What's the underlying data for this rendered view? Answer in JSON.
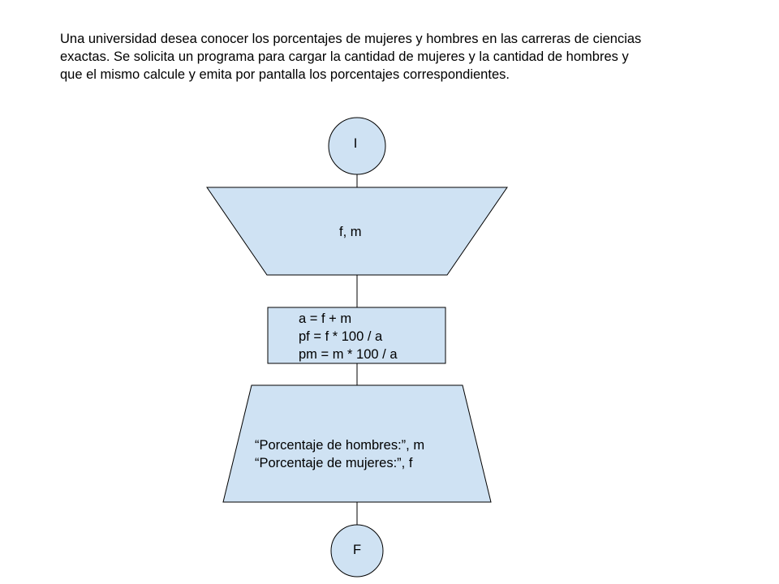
{
  "statement": {
    "lines": [
      "Una universidad desea conocer los porcentajes de mujeres y hombres en las carreras de ciencias",
      "exactas. Se solicita un programa para cargar la cantidad de mujeres y la cantidad de hombres y",
      "que el mismo calcule y emita por pantalla los porcentajes correspondientes."
    ]
  },
  "flowchart": {
    "start": {
      "label": "I"
    },
    "input": {
      "label": "f, m"
    },
    "process": {
      "lines": [
        "a = f + m",
        "pf = f * 100 / a",
        "pm = m * 100 / a"
      ]
    },
    "output": {
      "lines": [
        "“Porcentaje de hombres:”, m",
        "“Porcentaje de mujeres:”, f"
      ]
    },
    "end": {
      "label": "F"
    }
  },
  "colors": {
    "shape_fill": "#cfe2f3",
    "stroke": "#000000"
  }
}
